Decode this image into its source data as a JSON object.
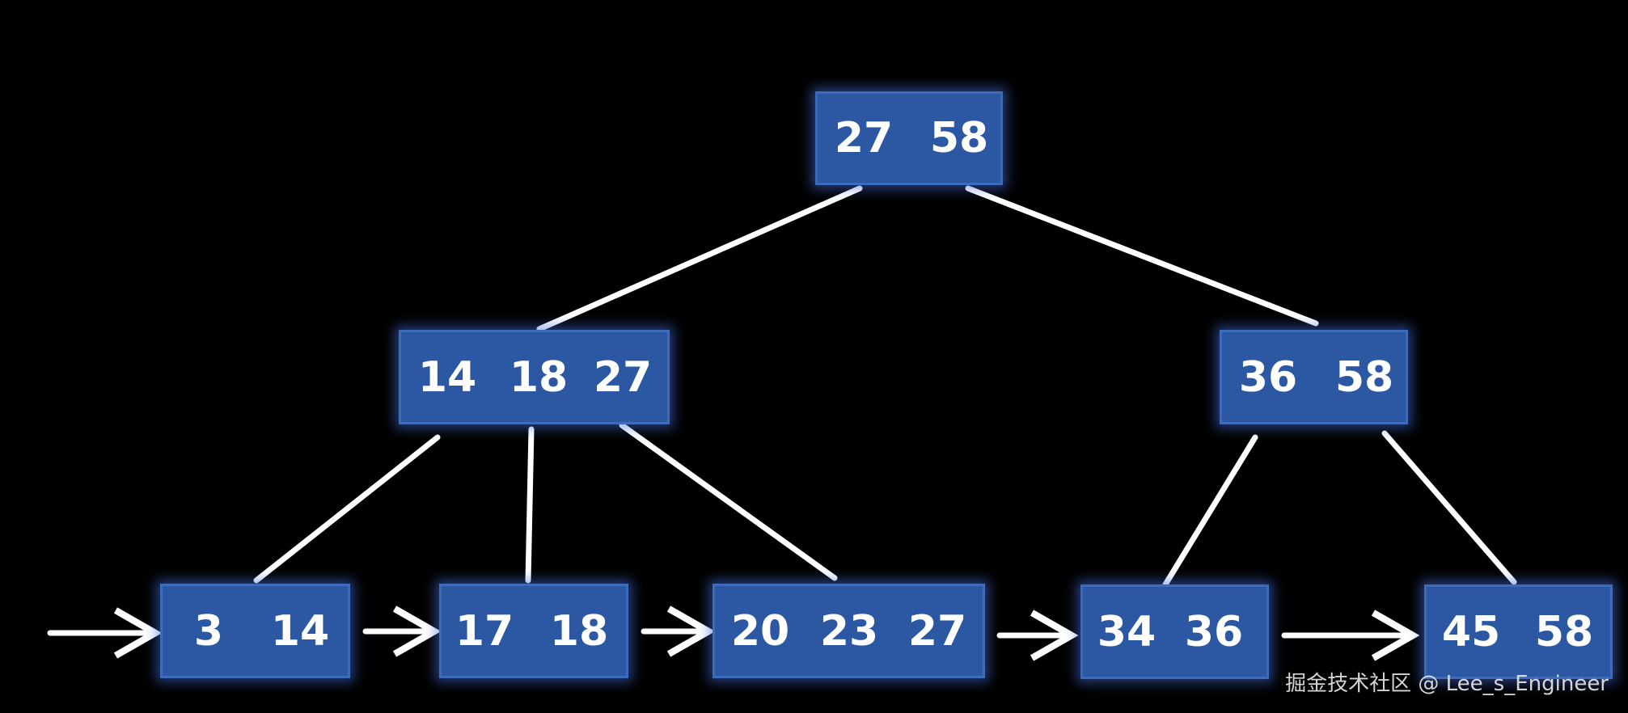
{
  "tree": {
    "root": {
      "keys": [
        "27",
        "58"
      ]
    },
    "internal": [
      {
        "keys": [
          "14",
          "18",
          "27"
        ]
      },
      {
        "keys": [
          "36",
          "58"
        ]
      }
    ],
    "leaves": [
      {
        "keys": [
          "3",
          "14"
        ]
      },
      {
        "keys": [
          "17",
          "18"
        ]
      },
      {
        "keys": [
          "20",
          "23",
          "27"
        ]
      },
      {
        "keys": [
          "34",
          "36"
        ]
      },
      {
        "keys": [
          "45",
          "58"
        ]
      }
    ]
  },
  "colors": {
    "background": "#000000",
    "node_fill": "#2c58a3",
    "node_glow": "#466edc",
    "edge": "#ffffff",
    "text": "#ffffff"
  },
  "watermark": "掘金技术社区 @ Lee_s_Engineer"
}
